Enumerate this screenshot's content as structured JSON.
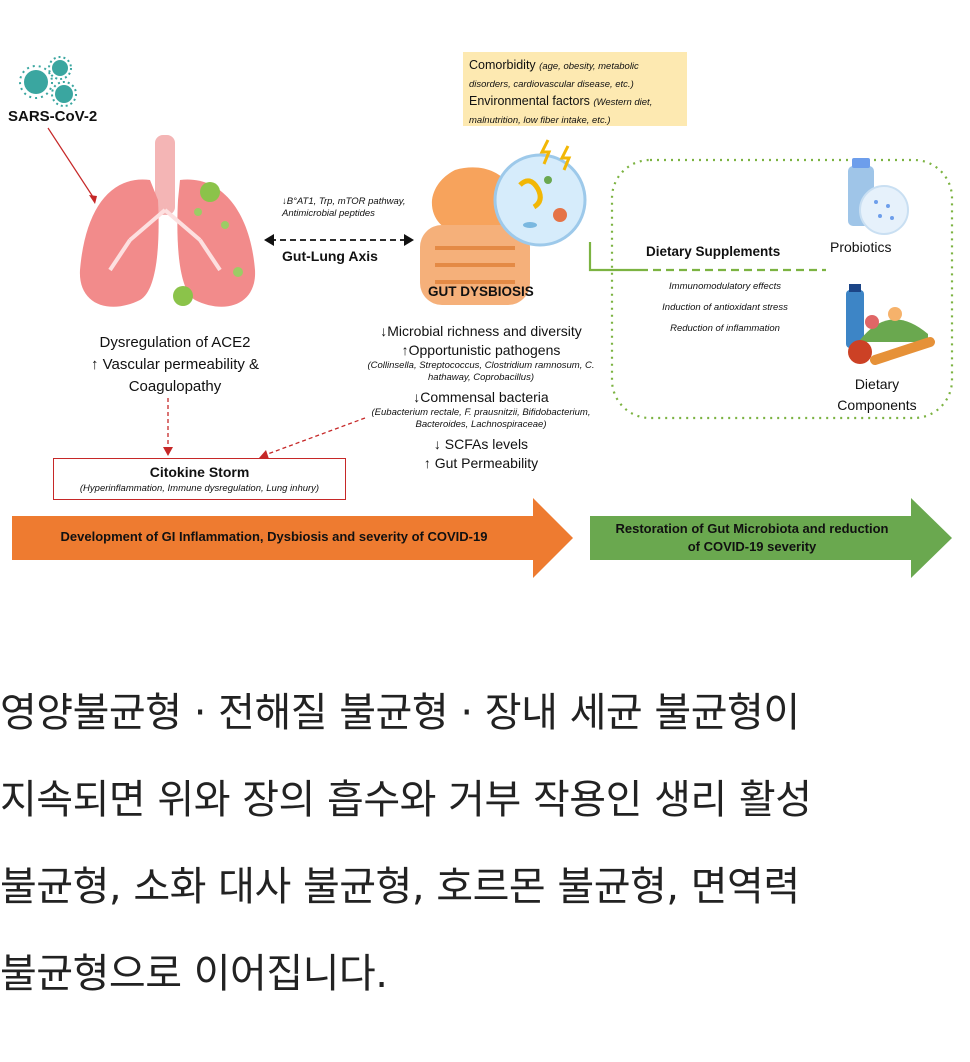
{
  "diagram": {
    "virus_label": "SARS-CoV-2",
    "lung_text": [
      "Dysregulation of ACE2",
      "↑ Vascular permeability &",
      "Coagulopathy"
    ],
    "axis_note": "↓B°AT1, Trp, mTOR pathway, Antimicrobial peptides",
    "axis_label": "Gut-Lung Axis",
    "storm_title": "Citokine Storm",
    "storm_subtitle": "(Hyperinflammation, Immune dysregulation, Lung inhury)",
    "comorbidity_title": "Comorbidity",
    "comorbidity_detail": "(age, obesity, metabolic disorders, cardiovascular disease, etc.)",
    "environment_title": "Environmental factors",
    "environment_detail": "(Western diet, malnutrition, low fiber intake, etc.)",
    "gut_label": "GUT DYSBIOSIS",
    "gut_items": {
      "microbial": "↓Microbial richness and diversity",
      "opportunistic": "↑Opportunistic pathogens",
      "opportunistic_detail": "(Collinsella, Streptococcus, Clostridium ramnosum, C. hathaway, Coprobacillus)",
      "commensal": "↓Commensal bacteria",
      "commensal_detail": "(Eubacterium rectale, F. prausnitzii, Bifidobacterium, Bacteroides, Lachnospiraceae)",
      "scfa": "↓ SCFAs levels",
      "permeability": "↑ Gut Permeability"
    },
    "supplements_title": "Dietary Supplements",
    "supplement_effects": [
      "Immunomodulatory effects",
      "Induction of antioxidant stress",
      "Reduction of inflammation"
    ],
    "probiotics_label": "Probiotics",
    "dietary_components_label": [
      "Dietary",
      "Components"
    ],
    "orange_arrow_text": "Development of GI Inflammation, Dysbiosis and severity of COVID-19",
    "green_arrow_text": [
      "Restoration of Gut Microbiota and reduction",
      "of COVID-19 severity"
    ]
  },
  "caption_lines": [
    "영양불균형 · 전해질 불균형 · 장내 세균 불균형이",
    "지속되면 위와 장의 흡수와 거부 작용인 생리 활성",
    "불균형, 소화 대사 불균형, 호르몬 불균형, 면역력",
    "불균형으로 이어집니다."
  ],
  "colors": {
    "orange_arrow": "#ee7b30",
    "green_arrow": "#6aa84f",
    "storm_border": "#c62828",
    "comorbidity_bg": "#fde9b1",
    "dotted_green": "#7cb342",
    "lung_pink": "#f28b8b"
  }
}
